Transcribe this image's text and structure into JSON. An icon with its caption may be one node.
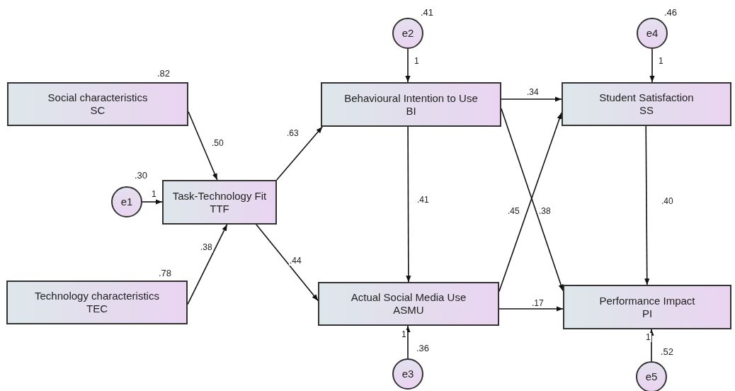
{
  "diagram": {
    "nodes": [
      {
        "text": [
          "Social characteristics",
          "SC"
        ],
        "beside": [
          ".82"
        ]
      },
      {
        "text": [
          "e1"
        ],
        "beside": [
          ".30"
        ]
      },
      {
        "text": [
          "Task-Technology Fit",
          "TTF"
        ]
      },
      {
        "text": [
          "Technology characteristics",
          "TEC"
        ],
        "beside": [
          ".78"
        ]
      },
      {
        "text": [
          "e2"
        ],
        "beside": [
          ".41"
        ]
      },
      {
        "text": [
          "Behavioural Intention to Use",
          "BI"
        ]
      },
      {
        "text": [
          "e4"
        ],
        "beside": [
          ".46"
        ]
      },
      {
        "text": [
          "Student Satisfaction",
          "SS"
        ]
      },
      {
        "text": [
          "Actual Social Media Use",
          "ASMU"
        ]
      },
      {
        "text": [
          "Performance Impact",
          "PI"
        ]
      },
      {
        "text": [
          "e3"
        ],
        "beside": [
          ".36"
        ]
      },
      {
        "text": [
          "e5"
        ],
        "beside": [
          ".52"
        ]
      }
    ],
    "edges": [
      {
        "from": 0,
        "to": 2,
        "arrow": "to",
        "label": ".50"
      },
      {
        "from": 3,
        "to": 2,
        "arrow": "to",
        "label": ".38"
      },
      {
        "from": 1,
        "to": 2,
        "arrow": "to",
        "label": "1"
      },
      {
        "from": 2,
        "to": 5,
        "arrow": "to",
        "label": ".63"
      },
      {
        "from": 2,
        "to": 8,
        "arrow": "to",
        "label": ".44"
      },
      {
        "from": 4,
        "to": 5,
        "arrow": "to",
        "label": "1"
      },
      {
        "from": 5,
        "to": 7,
        "arrow": "to",
        "label": ".34"
      },
      {
        "from": 5,
        "to": 8,
        "arrow": "to",
        "label": ".41"
      },
      {
        "from": 5,
        "to": 9,
        "arrow": "to",
        "label": ".38"
      },
      {
        "from": 8,
        "to": 7,
        "arrow": "to",
        "label": ".45"
      },
      {
        "from": 8,
        "to": 9,
        "arrow": "to",
        "label": ".17"
      },
      {
        "from": 6,
        "to": 7,
        "arrow": "to",
        "label": "1"
      },
      {
        "from": 7,
        "to": 9,
        "arrow": "to",
        "label": ".40"
      },
      {
        "from": 10,
        "to": 8,
        "arrow": "to",
        "label": "1"
      },
      {
        "from": 11,
        "to": 9,
        "arrow": "to",
        "label": "1"
      }
    ]
  }
}
